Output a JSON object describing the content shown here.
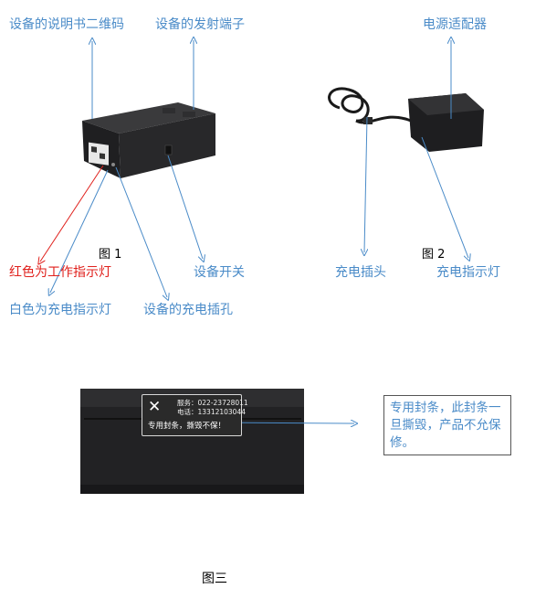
{
  "colors": {
    "label_blue": "#4a8bc8",
    "label_red": "#e0201c",
    "device": "#1c1c1e"
  },
  "figure1": {
    "caption": "图 1",
    "qr_manual": "设备的说明书二维码",
    "emitter": "设备的发射端子",
    "red_light": "红色为工作指示灯",
    "switch": "设备开关",
    "white_light": "白色为充电指示灯",
    "charge_port": "设备的充电插孔"
  },
  "figure2": {
    "caption": "图 2",
    "adapter": "电源适配器",
    "plug": "充电插头",
    "indicator": "充电指示灯"
  },
  "figure3": {
    "caption": "图三",
    "note": "专用封条，此封条一旦撕毁，产品不允保修。",
    "seal_service": "服务：022-23728011",
    "seal_phone": "电话：13312103044",
    "seal_warning": "专用封条，撕毁不保！"
  }
}
